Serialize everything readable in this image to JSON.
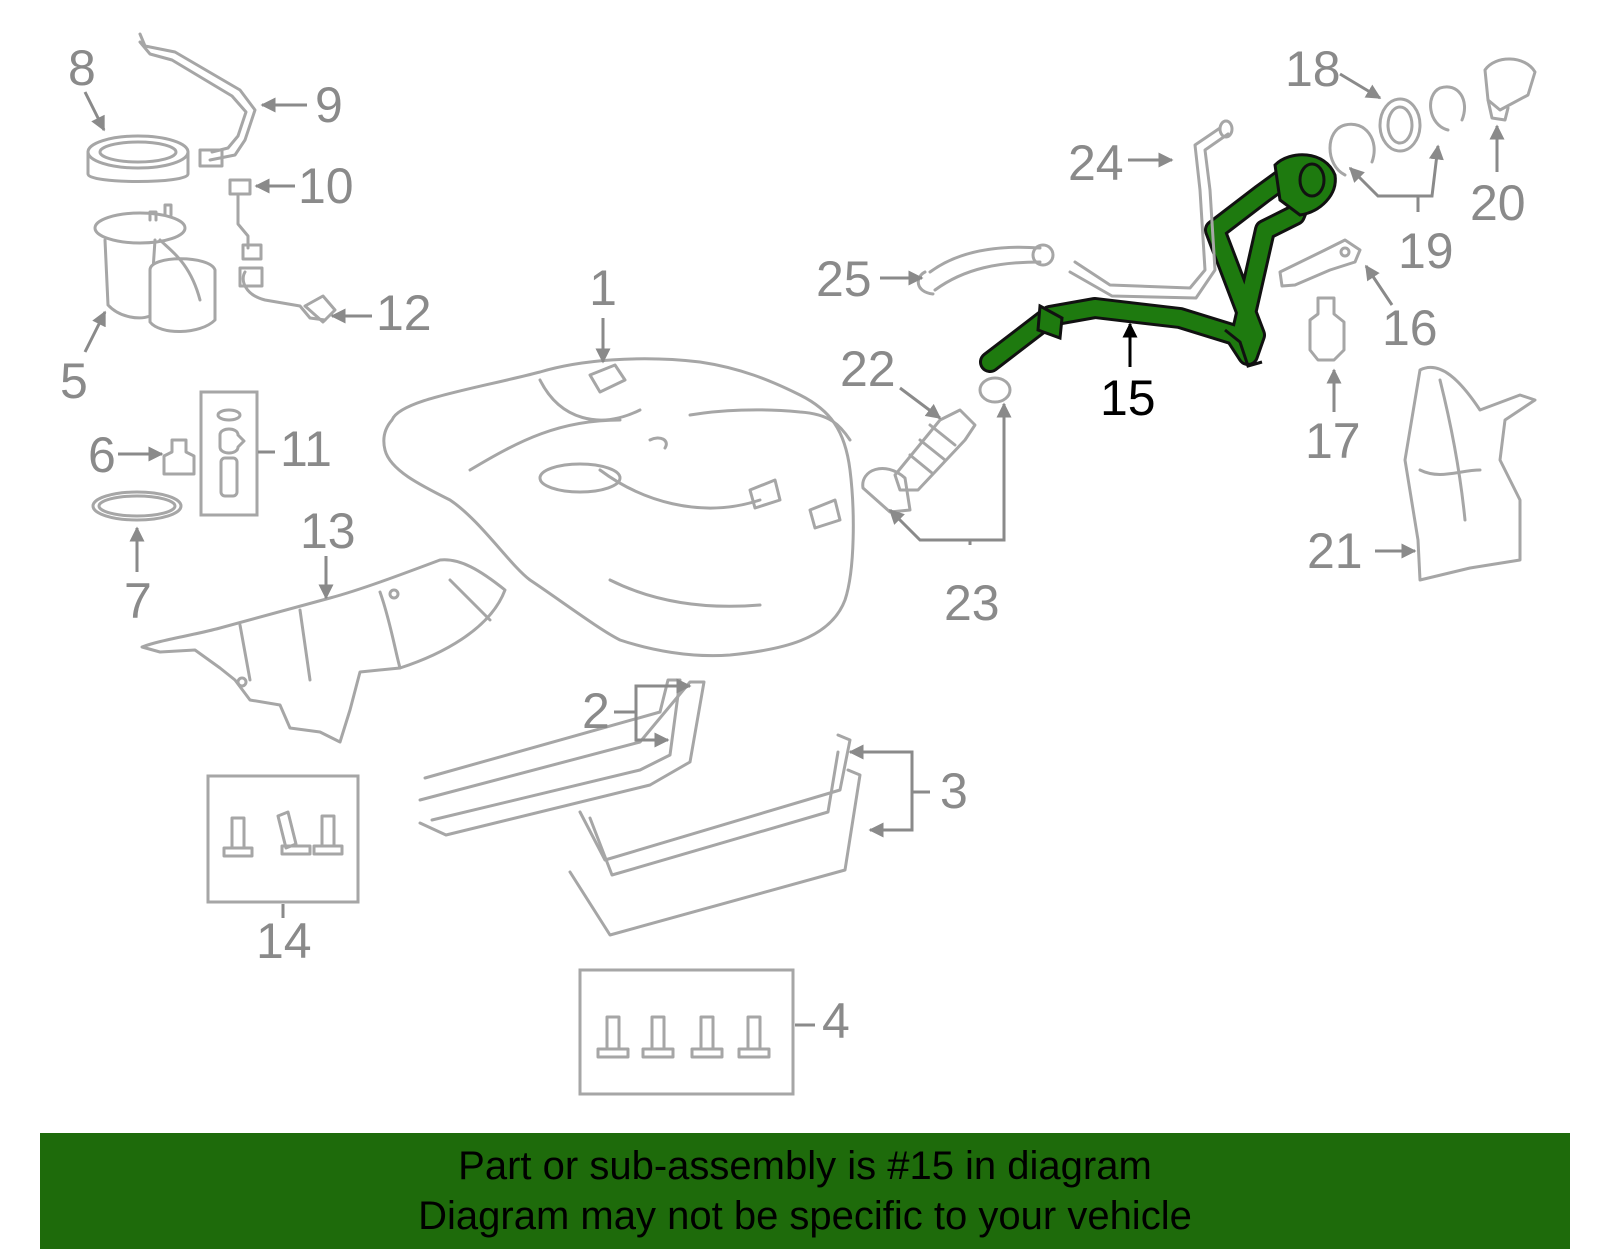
{
  "diagram": {
    "highlighted_part": "15",
    "highlight_color": "#1e7a0f",
    "part_color": "#a6a6a6",
    "labels": [
      "1",
      "2",
      "3",
      "4",
      "5",
      "6",
      "7",
      "8",
      "9",
      "10",
      "11",
      "12",
      "13",
      "14",
      "15",
      "16",
      "17",
      "18",
      "19",
      "20",
      "21",
      "22",
      "23",
      "24",
      "25"
    ]
  },
  "banner": {
    "background": "#1e6b0b",
    "line1": "Part or sub-assembly is #15 in diagram",
    "line2": "Diagram may not be specific to your vehicle"
  }
}
